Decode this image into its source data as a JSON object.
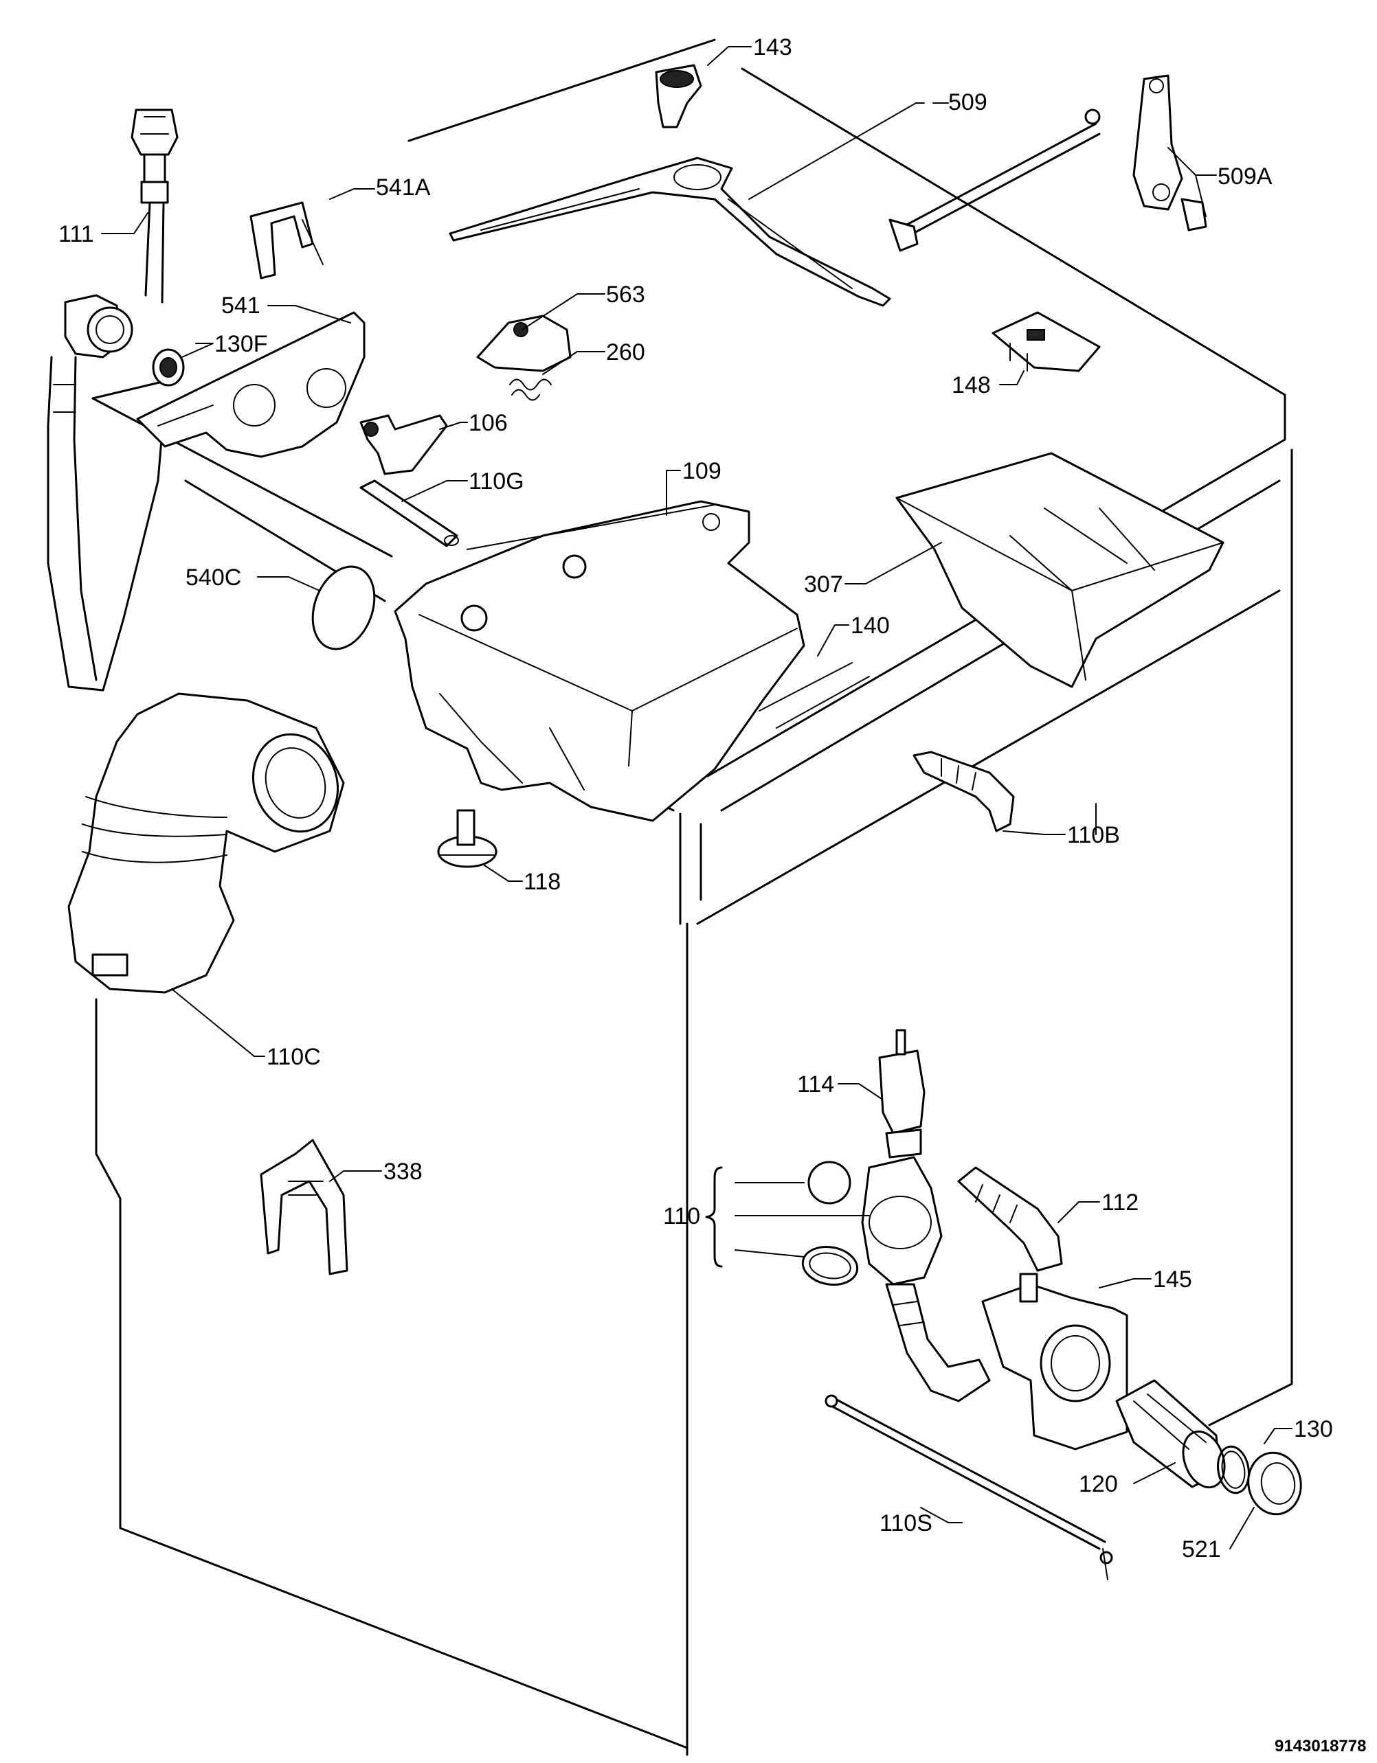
{
  "document_number": "9143018778",
  "callouts": {
    "c111": "111",
    "c541A": "541A",
    "c143": "143",
    "c509": "509",
    "c509A": "509A",
    "c130F": "130F",
    "c541": "541",
    "c563": "563",
    "c260": "260",
    "c106": "106",
    "c148": "148",
    "c110G": "110G",
    "c109": "109",
    "c540C": "540C",
    "c307": "307",
    "c140": "140",
    "c110B": "110B",
    "c118": "118",
    "c110C": "110C",
    "c114": "114",
    "c338": "338",
    "c112": "112",
    "c110": "110",
    "c145": "145",
    "c130": "130",
    "c120": "120",
    "c110S": "110S",
    "c521": "521"
  }
}
